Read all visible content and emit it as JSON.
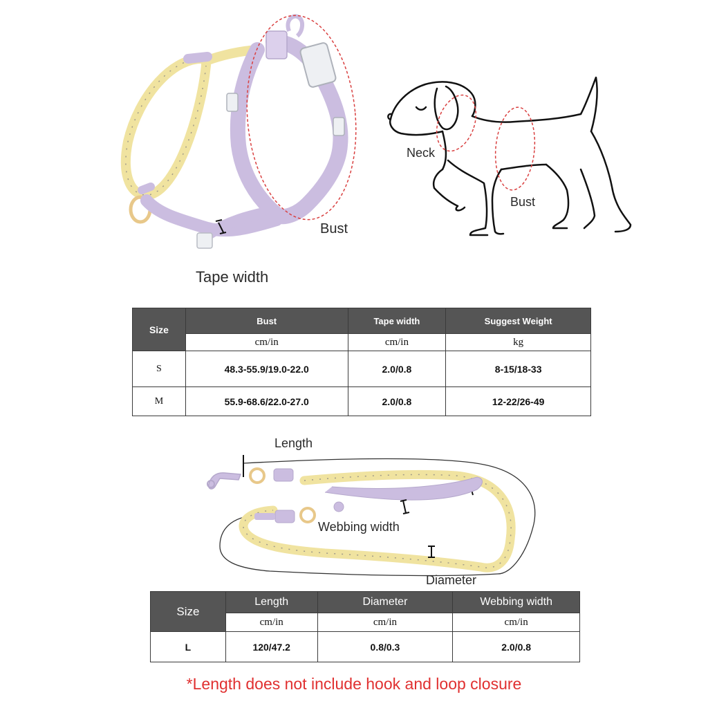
{
  "harness_figure": {
    "bust_label": "Bust",
    "tape_width_label": "Tape width"
  },
  "dog_figure": {
    "neck_label": "Neck",
    "bust_label": "Bust"
  },
  "harness_table": {
    "size_header": "Size",
    "headers": [
      "Bust",
      "Tape width",
      "Suggest Weight"
    ],
    "units": [
      "cm/in",
      "cm/in",
      "kg"
    ],
    "rows": [
      {
        "size": "S",
        "bust": "48.3-55.9/19.0-22.0",
        "tape_width": "2.0/0.8",
        "weight": "8-15/18-33"
      },
      {
        "size": "M",
        "bust": "55.9-68.6/22.0-27.0",
        "tape_width": "2.0/0.8",
        "weight": "12-22/26-49"
      }
    ]
  },
  "leash_figure": {
    "length_label": "Length",
    "webbing_width_label": "Webbing width",
    "diameter_label": "Diameter"
  },
  "leash_table": {
    "size_header": "Size",
    "headers": [
      "Length",
      "Diameter",
      "Webbing width"
    ],
    "units": [
      "cm/in",
      "cm/in",
      "cm/in"
    ],
    "rows": [
      {
        "size": "L",
        "length": "120/47.2",
        "diameter": "0.8/0.3",
        "webbing_width": "2.0/0.8"
      }
    ]
  },
  "footnote": "*Length does not include hook and loop closure",
  "colors": {
    "lavender": "#cbbde0",
    "rope_yellow": "#f0e3a0",
    "header_gray": "#555555",
    "guide_red": "#d94040",
    "note_red": "#e03030"
  }
}
